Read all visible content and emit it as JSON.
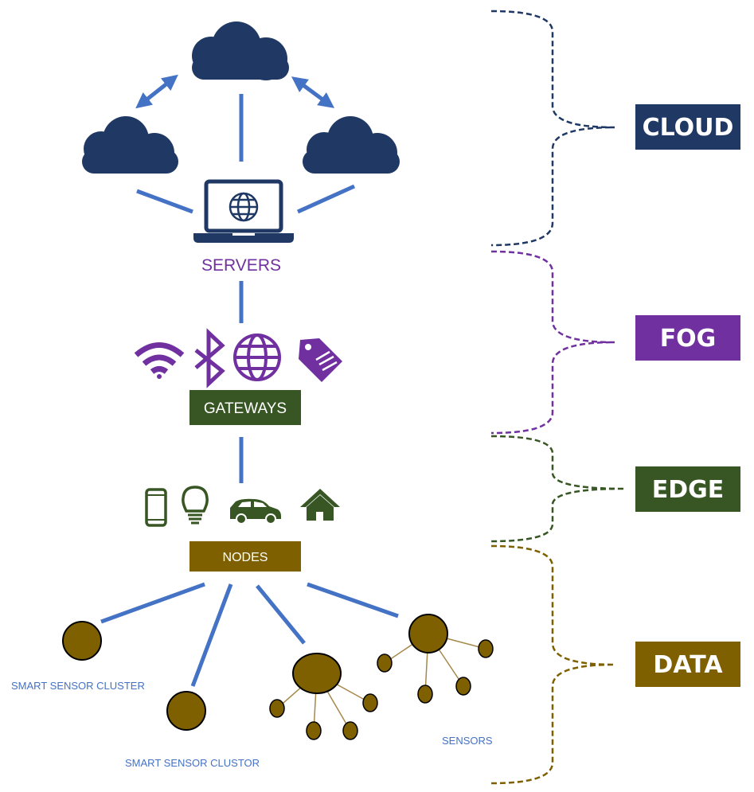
{
  "labels": {
    "servers": "SERVERS",
    "gateways": "GATEWAYS",
    "nodes": "NODES",
    "smart_sensor_cluster": "SMART SENSOR CLUSTER",
    "smart_sensor_clustor": "SMART SENSOR CLUSTOR",
    "sensors": "SENSORS"
  },
  "tiers": [
    {
      "label": "CLOUD",
      "color": "#1f3864"
    },
    {
      "label": "FOG",
      "color": "#7030a0"
    },
    {
      "label": "EDGE",
      "color": "#375623"
    },
    {
      "label": "DATA",
      "color": "#7f6000"
    }
  ],
  "colors": {
    "cloud": "#1f3864",
    "fog": "#7030a0",
    "edge": "#375623",
    "data": "#7f6000",
    "link": "#4472c4",
    "sensor_line": "#a6884a"
  },
  "icons": {
    "cloud_tier": [
      "cloud-icon",
      "cloud-icon",
      "cloud-icon",
      "laptop-globe-icon"
    ],
    "fog_tier": [
      "wifi-icon",
      "bluetooth-icon",
      "globe-icon",
      "tag-icon"
    ],
    "edge_tier": [
      "smartphone-icon",
      "lightbulb-icon",
      "car-icon",
      "house-icon"
    ]
  }
}
